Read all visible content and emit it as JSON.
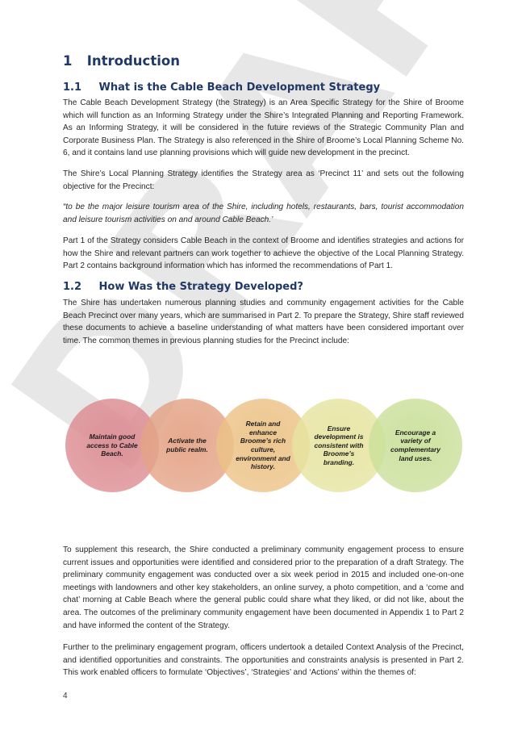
{
  "heading1": {
    "number": "1",
    "title": "Introduction"
  },
  "section1_1": {
    "number": "1.1",
    "title": "What is the Cable Beach Development Strategy"
  },
  "para1": "The Cable Beach Development Strategy (the Strategy) is an Area Specific Strategy for the Shire of Broome which will function as an Informing Strategy under the Shire’s Integrated Planning and Reporting Framework. As an Informing Strategy, it will be considered in the future reviews of the Strategic Community Plan and Corporate Business Plan. The Strategy is also referenced in the Shire of Broome’s Local Planning Scheme No. 6, and it contains land use planning provisions which will guide new development in the precinct.",
  "para2": "The Shire’s Local Planning Strategy identifies the Strategy area as ‘Precinct 11’ and sets out the following objective for the Precinct:",
  "quote": "“to be the major leisure tourism area of the Shire, including hotels, restaurants, bars, tourist accommodation and leisure tourism activities on and around Cable Beach.’",
  "para3": "Part 1 of the Strategy considers Cable Beach in the context of Broome and identifies strategies and actions for how the Shire and relevant partners can work together to achieve the objective of the Local Planning Strategy. Part 2 contains background information which has informed the recommendations of Part 1.",
  "section1_2": {
    "number": "1.2",
    "title": "How Was the Strategy Developed?"
  },
  "para4": "The Shire has undertaken numerous planning studies and community engagement activities for the Cable Beach Precinct over many years, which are summarised in Part 2. To prepare the Strategy, Shire staff reviewed these documents to achieve a baseline understanding of what matters have been considered important over time. The common themes in previous planning studies for the Precinct include:",
  "themes": [
    {
      "label": "Maintain good access to Cable Beach.",
      "color": "#dc8c92"
    },
    {
      "label": "Activate the public realm.",
      "color": "#e4a386"
    },
    {
      "label": "Retain and enhance Broome’s rich culture, environment and history.",
      "color": "#ecc286"
    },
    {
      "label": "Ensure development is consistent with Broome’s branding.",
      "color": "#e6e4a0"
    },
    {
      "label": "Encourage a variety of complementary land uses.",
      "color": "#cae09a"
    }
  ],
  "para5": "To supplement this research, the Shire conducted a preliminary community engagement process to ensure current issues and opportunities were identified and considered prior to the preparation of a draft Strategy. The preliminary community engagement was conducted over a six week period in 2015 and included one-on-one meetings with landowners and other key stakeholders, an online survey, a photo competition, and a ‘come and chat’ morning at Cable Beach where the general public could share what they liked, or did not like, about the area. The outcomes of the preliminary community engagement have been documented in Appendix 1 to Part 2 and have informed the content of the Strategy.",
  "para6": "Further to the preliminary engagement program, officers undertook a detailed Context Analysis of the Precinct, and identified opportunities and constraints. The opportunities and constraints analysis is presented in Part 2. This work enabled officers to formulate ‘Objectives’, ‘Strategies’ and ‘Actions’ within the themes of:",
  "page_number": "4",
  "watermark": "DRAFT"
}
